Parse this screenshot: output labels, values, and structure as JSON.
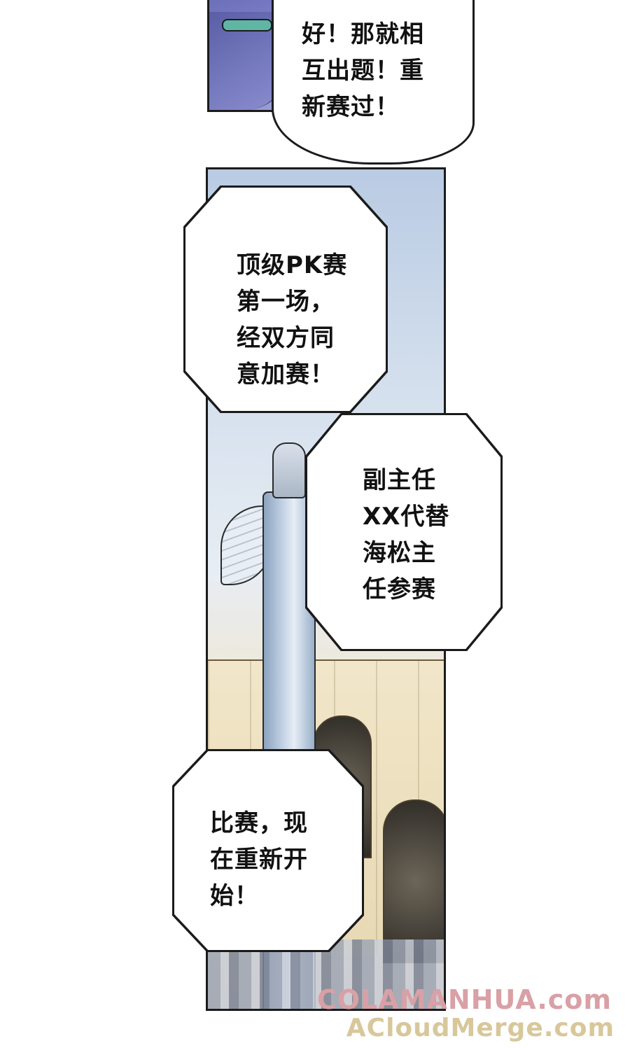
{
  "bubbles": {
    "b1": "好！那就相\n互出题！重\n新赛过！",
    "b2": "顶级PK赛\n第一场，\n经双方同\n意加赛！",
    "b3": "副主任\nXX代替\n海松主\n任参赛",
    "b4": "比赛，现\n在重新开\n始！"
  },
  "watermark": {
    "line1": "COLAMANHUA.com",
    "line2": "ACloudMerge.com"
  },
  "colors": {
    "ink": "#1b1b1b",
    "bubble_fill": "#ffffff",
    "watermark_1": "#d9a0a6",
    "watermark_2": "#d8c79a"
  }
}
